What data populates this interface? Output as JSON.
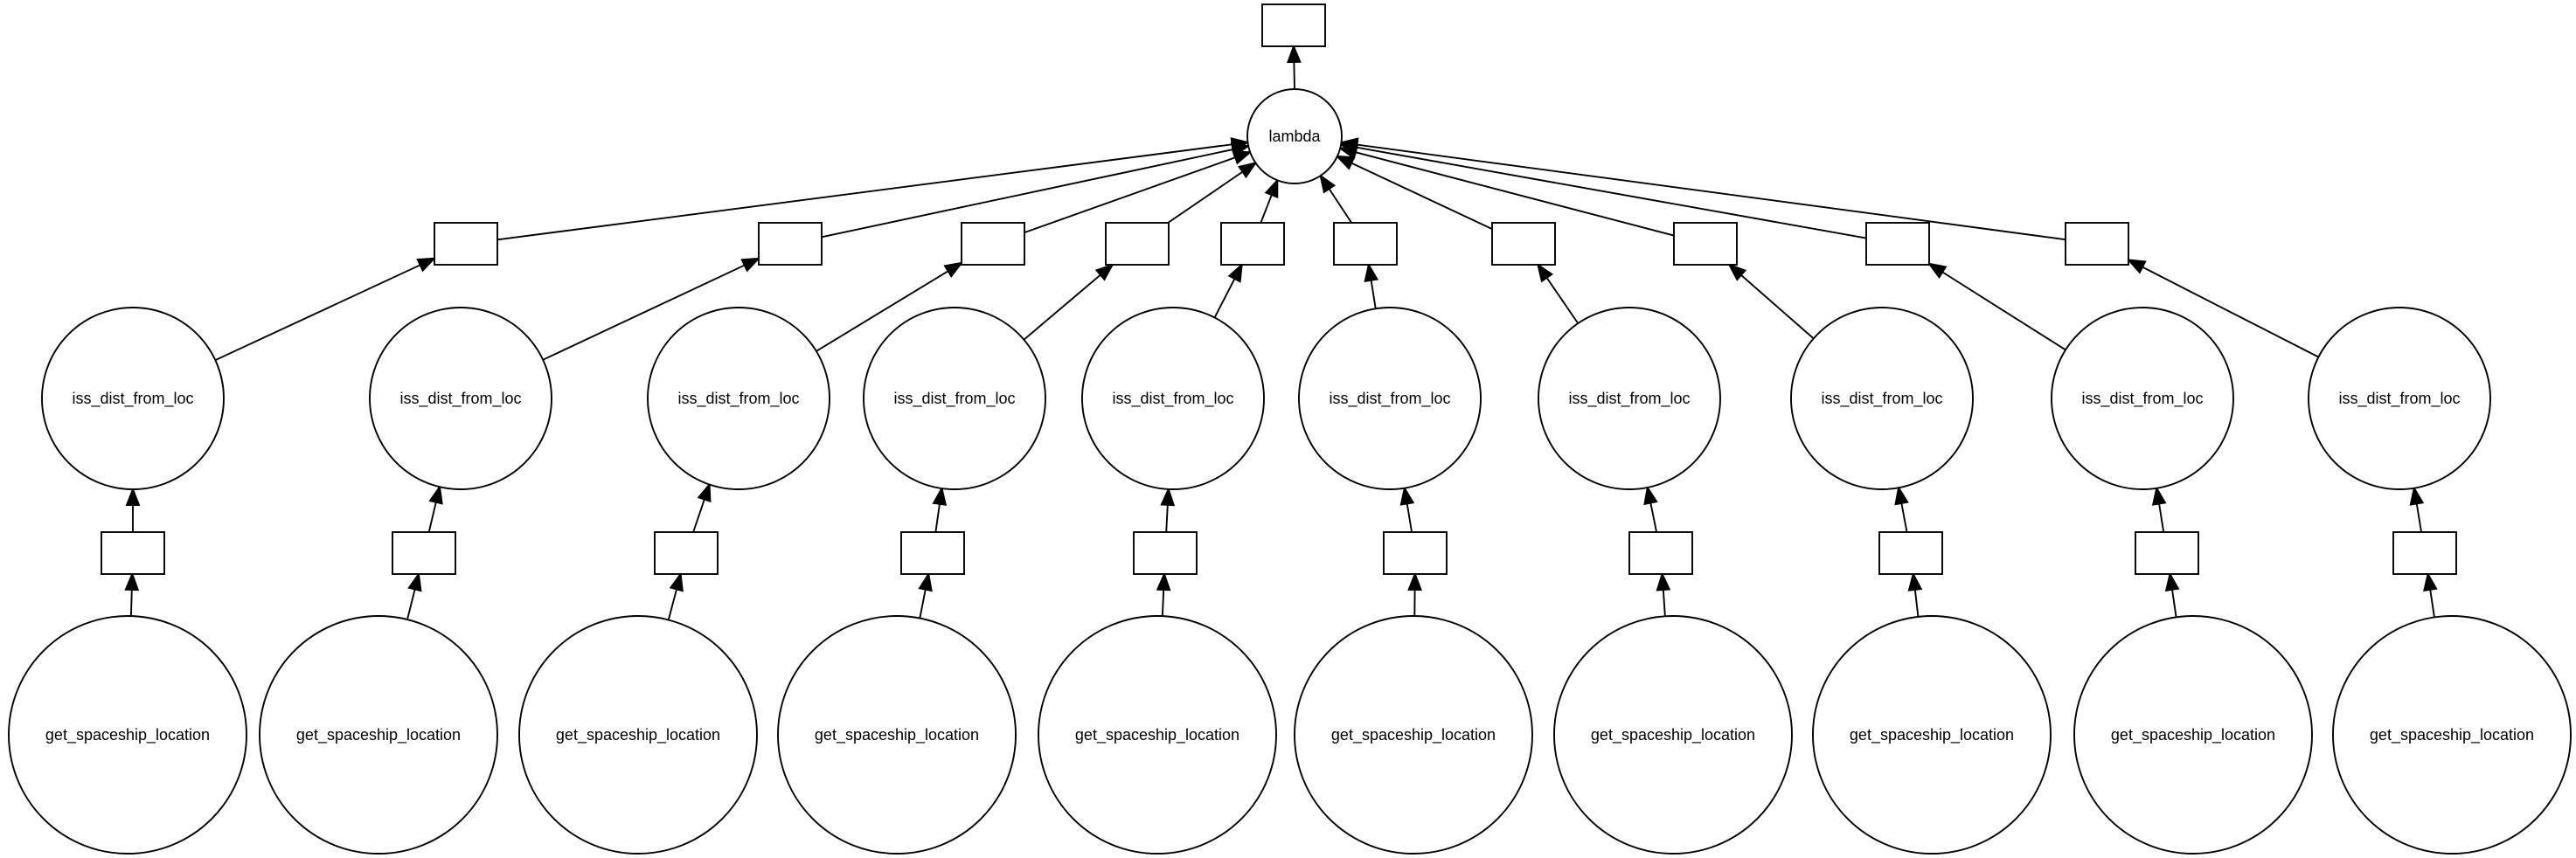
{
  "graph": {
    "output_node": {
      "label": ""
    },
    "lambda_node": {
      "label": "lambda"
    },
    "columns": [
      {
        "get_label": "get_spaceship_location",
        "iss_label": "iss_dist_from_loc"
      },
      {
        "get_label": "get_spaceship_location",
        "iss_label": "iss_dist_from_loc"
      },
      {
        "get_label": "get_spaceship_location",
        "iss_label": "iss_dist_from_loc"
      },
      {
        "get_label": "get_spaceship_location",
        "iss_label": "iss_dist_from_loc"
      },
      {
        "get_label": "get_spaceship_location",
        "iss_label": "iss_dist_from_loc"
      },
      {
        "get_label": "get_spaceship_location",
        "iss_label": "iss_dist_from_loc"
      },
      {
        "get_label": "get_spaceship_location",
        "iss_label": "iss_dist_from_loc"
      },
      {
        "get_label": "get_spaceship_location",
        "iss_label": "iss_dist_from_loc"
      },
      {
        "get_label": "get_spaceship_location",
        "iss_label": "iss_dist_from_loc"
      },
      {
        "get_label": "get_spaceship_location",
        "iss_label": "iss_dist_from_loc"
      }
    ]
  }
}
